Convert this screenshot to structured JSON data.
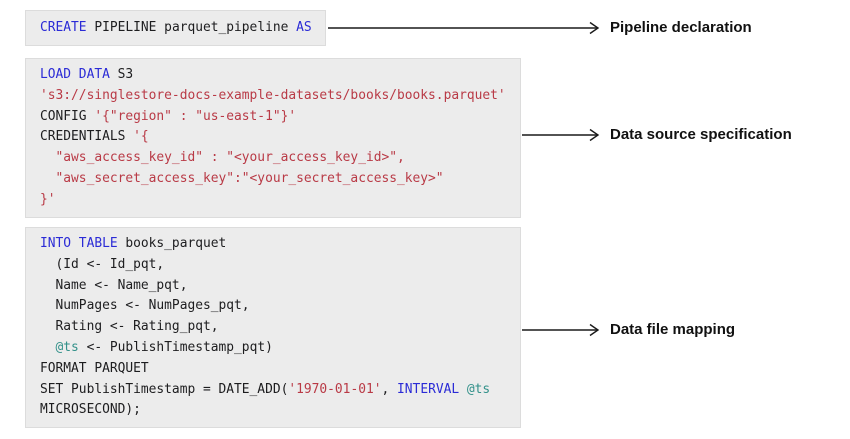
{
  "diagram": {
    "background": "#ffffff",
    "code_background": "#ececec",
    "code_border": "#dcdcdc",
    "arrow_color": "#1a1a1a",
    "label_color": "#111111",
    "token_colors": {
      "keyword": "#2b2bd6",
      "string": "#b93a46",
      "variable": "#33918a",
      "plain": "#1d1d1f"
    }
  },
  "blocks": [
    {
      "id": "pipeline-declaration",
      "annotation": "Pipeline declaration",
      "lines": [
        [
          {
            "t": "CREATE",
            "c": "keyword"
          },
          {
            "t": " PIPELINE parquet_pipeline ",
            "c": "plain"
          },
          {
            "t": "AS",
            "c": "keyword"
          }
        ]
      ]
    },
    {
      "id": "data-source-specification",
      "annotation": "Data source specification",
      "lines": [
        [
          {
            "t": "LOAD DATA",
            "c": "keyword"
          },
          {
            "t": " S3",
            "c": "plain"
          }
        ],
        [
          {
            "t": "'s3://singlestore-docs-example-datasets/books/books.parquet'",
            "c": "string"
          }
        ],
        [
          {
            "t": "CONFIG ",
            "c": "plain"
          },
          {
            "t": "'{\"region\" : \"us-east-1\"}'",
            "c": "string"
          }
        ],
        [
          {
            "t": "CREDENTIALS ",
            "c": "plain"
          },
          {
            "t": "'{",
            "c": "string"
          }
        ],
        [
          {
            "t": "  \"aws_access_key_id\" : \"<your_access_key_id>\",",
            "c": "string"
          }
        ],
        [
          {
            "t": "  \"aws_secret_access_key\":\"<your_secret_access_key>\"",
            "c": "string"
          }
        ],
        [
          {
            "t": "}'",
            "c": "string"
          }
        ]
      ]
    },
    {
      "id": "data-file-mapping",
      "annotation": "Data file mapping",
      "lines": [
        [
          {
            "t": "INTO TABLE",
            "c": "keyword"
          },
          {
            "t": " books_parquet",
            "c": "plain"
          }
        ],
        [
          {
            "t": "  (Id <- Id_pqt,",
            "c": "plain"
          }
        ],
        [
          {
            "t": "  Name <- Name_pqt,",
            "c": "plain"
          }
        ],
        [
          {
            "t": "  NumPages <- NumPages_pqt,",
            "c": "plain"
          }
        ],
        [
          {
            "t": "  Rating <- Rating_pqt,",
            "c": "plain"
          }
        ],
        [
          {
            "t": "  ",
            "c": "plain"
          },
          {
            "t": "@ts",
            "c": "variable"
          },
          {
            "t": " <- PublishTimestamp_pqt)",
            "c": "plain"
          }
        ],
        [
          {
            "t": "FORMAT PARQUET",
            "c": "plain"
          }
        ],
        [
          {
            "t": "SET PublishTimestamp = DATE_ADD(",
            "c": "plain"
          },
          {
            "t": "'1970-01-01'",
            "c": "string"
          },
          {
            "t": ", ",
            "c": "plain"
          },
          {
            "t": "INTERVAL",
            "c": "keyword"
          },
          {
            "t": " ",
            "c": "plain"
          },
          {
            "t": "@ts",
            "c": "variable"
          }
        ],
        [
          {
            "t": "MICROSECOND);",
            "c": "plain"
          }
        ]
      ]
    }
  ]
}
